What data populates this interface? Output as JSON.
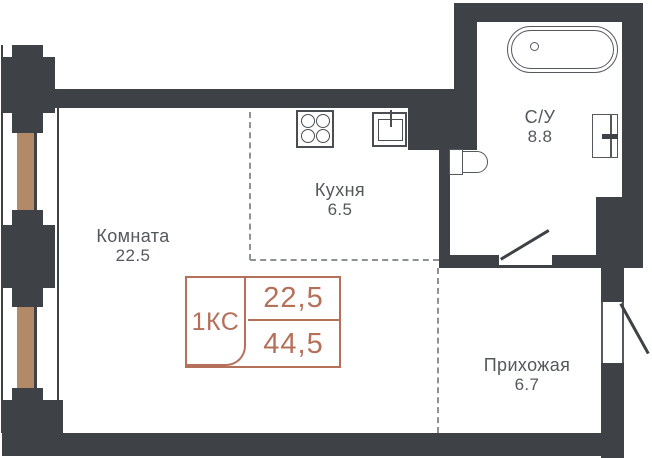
{
  "unit_card": {
    "type": "1КС",
    "living_area": "22,5",
    "total_area": "44,5"
  },
  "rooms": {
    "living": {
      "name": "Комната",
      "area": "22.5"
    },
    "kitchen": {
      "name": "Кухня",
      "area": "6.5"
    },
    "bathroom": {
      "name": "С/У",
      "area": "8.8"
    },
    "hallway": {
      "name": "Прихожая",
      "area": "6.7"
    }
  },
  "colors": {
    "wall": "#3e4145",
    "window_frame": "#b28a68",
    "accent": "#b5705a",
    "text": "#54585b",
    "dashed_line": "#8f9294"
  }
}
